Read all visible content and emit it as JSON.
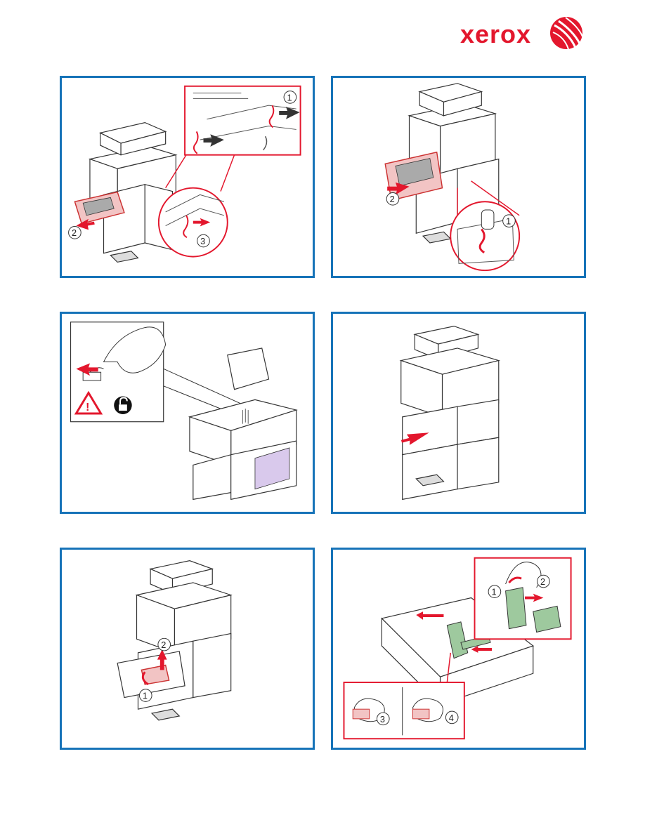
{
  "brand": {
    "name": "xerox",
    "color": "#e3172d",
    "frame_color": "#1673b8"
  },
  "panels": [
    {
      "id": "step-1",
      "illustration": "remove-tray-lock-pins",
      "callouts": [
        "1",
        "2",
        "3"
      ]
    },
    {
      "id": "step-2",
      "illustration": "reinsert-tray-pin",
      "callouts": [
        "2",
        "1"
      ]
    },
    {
      "id": "step-3",
      "illustration": "scanner-unlock",
      "callouts": []
    },
    {
      "id": "step-4",
      "illustration": "pull-out-lower-tray",
      "callouts": []
    },
    {
      "id": "step-5",
      "illustration": "remove-tray-packing",
      "callouts": [
        "2",
        "1"
      ]
    },
    {
      "id": "step-6",
      "illustration": "adjust-paper-guides",
      "callouts": [
        "1",
        "2",
        "3",
        "4"
      ]
    }
  ]
}
